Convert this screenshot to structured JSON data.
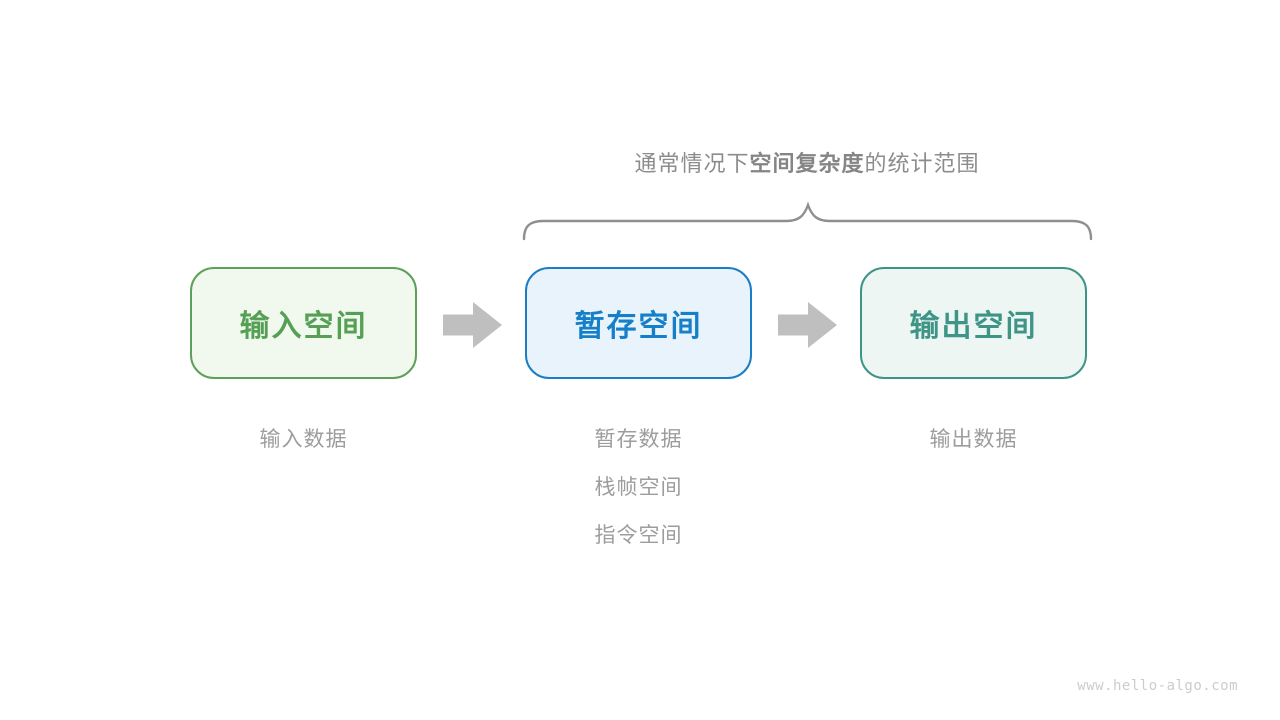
{
  "annotation": {
    "title_prefix": "通常情况下",
    "title_bold": "空间复杂度",
    "title_suffix": "的统计范围",
    "brace_color": "#8f8f8f"
  },
  "boxes": [
    {
      "label": "输入空间",
      "sublabels": [
        "输入数据"
      ],
      "border_color": "#5ca05a",
      "bg_color": "#f1f8ee",
      "text_color": "#55a055"
    },
    {
      "label": "暂存空间",
      "sublabels": [
        "暂存数据",
        "栈帧空间",
        "指令空间"
      ],
      "border_color": "#1a7dc6",
      "bg_color": "#e9f3fb",
      "text_color": "#1580c9"
    },
    {
      "label": "输出空间",
      "sublabels": [
        "输出数据"
      ],
      "border_color": "#3f9488",
      "bg_color": "#edf6f2",
      "text_color": "#3f9488"
    }
  ],
  "arrows": {
    "color": "#bfbfbf",
    "direction": "right"
  },
  "watermark": "www.hello-algo.com"
}
